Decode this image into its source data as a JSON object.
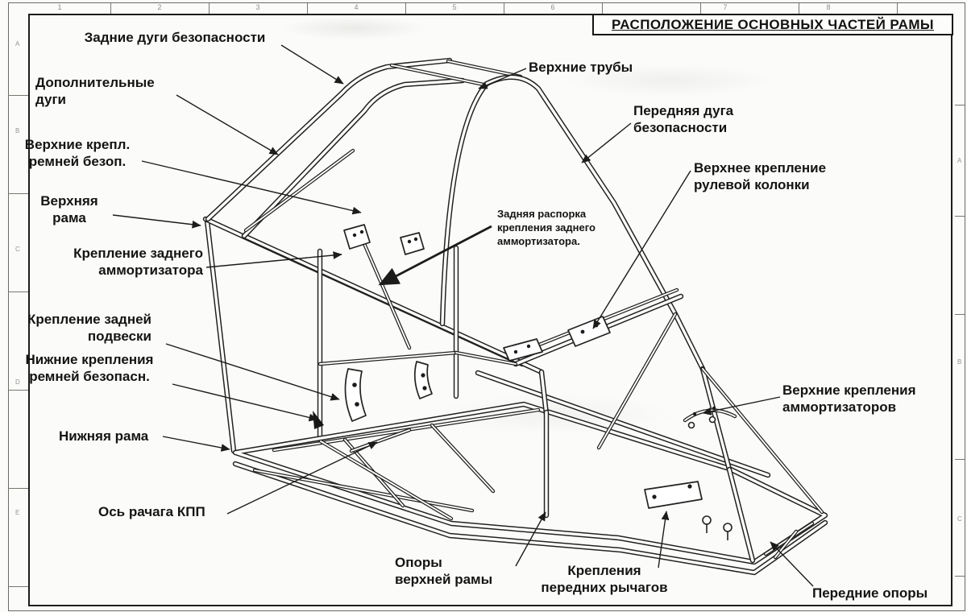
{
  "sheet": {
    "title": "РАСПОЛОЖЕНИЕ ОСНОВНЫХ ЧАСТЕЙ РАМЫ",
    "top_zones": [
      "1",
      "2",
      "3",
      "4",
      "5",
      "6",
      "7",
      "8"
    ],
    "left_zones": [
      "A",
      "B",
      "C",
      "D",
      "E"
    ],
    "right_zones": [
      "A",
      "B",
      "C"
    ],
    "colors": {
      "paper": "#fbfbf9",
      "ink": "#1c1c1a"
    }
  },
  "annotations": [
    {
      "name": "rear-safety-hoops",
      "text": "Задние дуги безопасности"
    },
    {
      "name": "upper-tubes",
      "text": "Верхние трубы"
    },
    {
      "name": "additional-hoops",
      "text": "Дополнительные\nдуги"
    },
    {
      "name": "front-safety-hoop",
      "text": "Передняя дуга\nбезопасности"
    },
    {
      "name": "upper-belt-mounts",
      "text": "Верхние крепл.\nремней безоп."
    },
    {
      "name": "steering-column-upper-mount",
      "text": "Верхнее крепление\nрулевой колонки"
    },
    {
      "name": "upper-frame",
      "text": "Верхняя\nрама"
    },
    {
      "name": "rear-shock-mount",
      "text": "Крепление заднего\nаммортизатора"
    },
    {
      "name": "rear-shock-brace",
      "text": "Задняя распорка\nкрепления заднего\nаммортизатора."
    },
    {
      "name": "rear-suspension-mount",
      "text": "Крепление задней\nподвески"
    },
    {
      "name": "lower-belt-mounts",
      "text": "Нижние крепления\nремней безопасн."
    },
    {
      "name": "lower-frame",
      "text": "Нижняя рама"
    },
    {
      "name": "gearbox-lever-axis",
      "text": "Ось рачага КПП"
    },
    {
      "name": "upper-frame-supports",
      "text": "Опоры\nверхней рамы"
    },
    {
      "name": "front-arm-mounts",
      "text": "Крепления\nпередних  рычагов"
    },
    {
      "name": "front-supports",
      "text": "Передние опоры"
    },
    {
      "name": "upper-shock-mounts",
      "text": "Верхние крепления\nаммортизаторов"
    }
  ]
}
